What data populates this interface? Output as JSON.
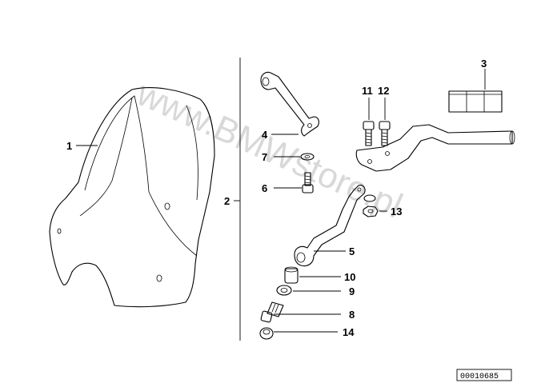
{
  "callouts": {
    "c1": "1",
    "c2": "2",
    "c3": "3",
    "c4": "4",
    "c5": "5",
    "c6": "6",
    "c7": "7",
    "c8": "8",
    "c9": "9",
    "c10": "10",
    "c11": "11",
    "c12": "12",
    "c13": "13",
    "c14": "14"
  },
  "watermark": "www.BMWstore.pl",
  "reference_number": "00010685"
}
